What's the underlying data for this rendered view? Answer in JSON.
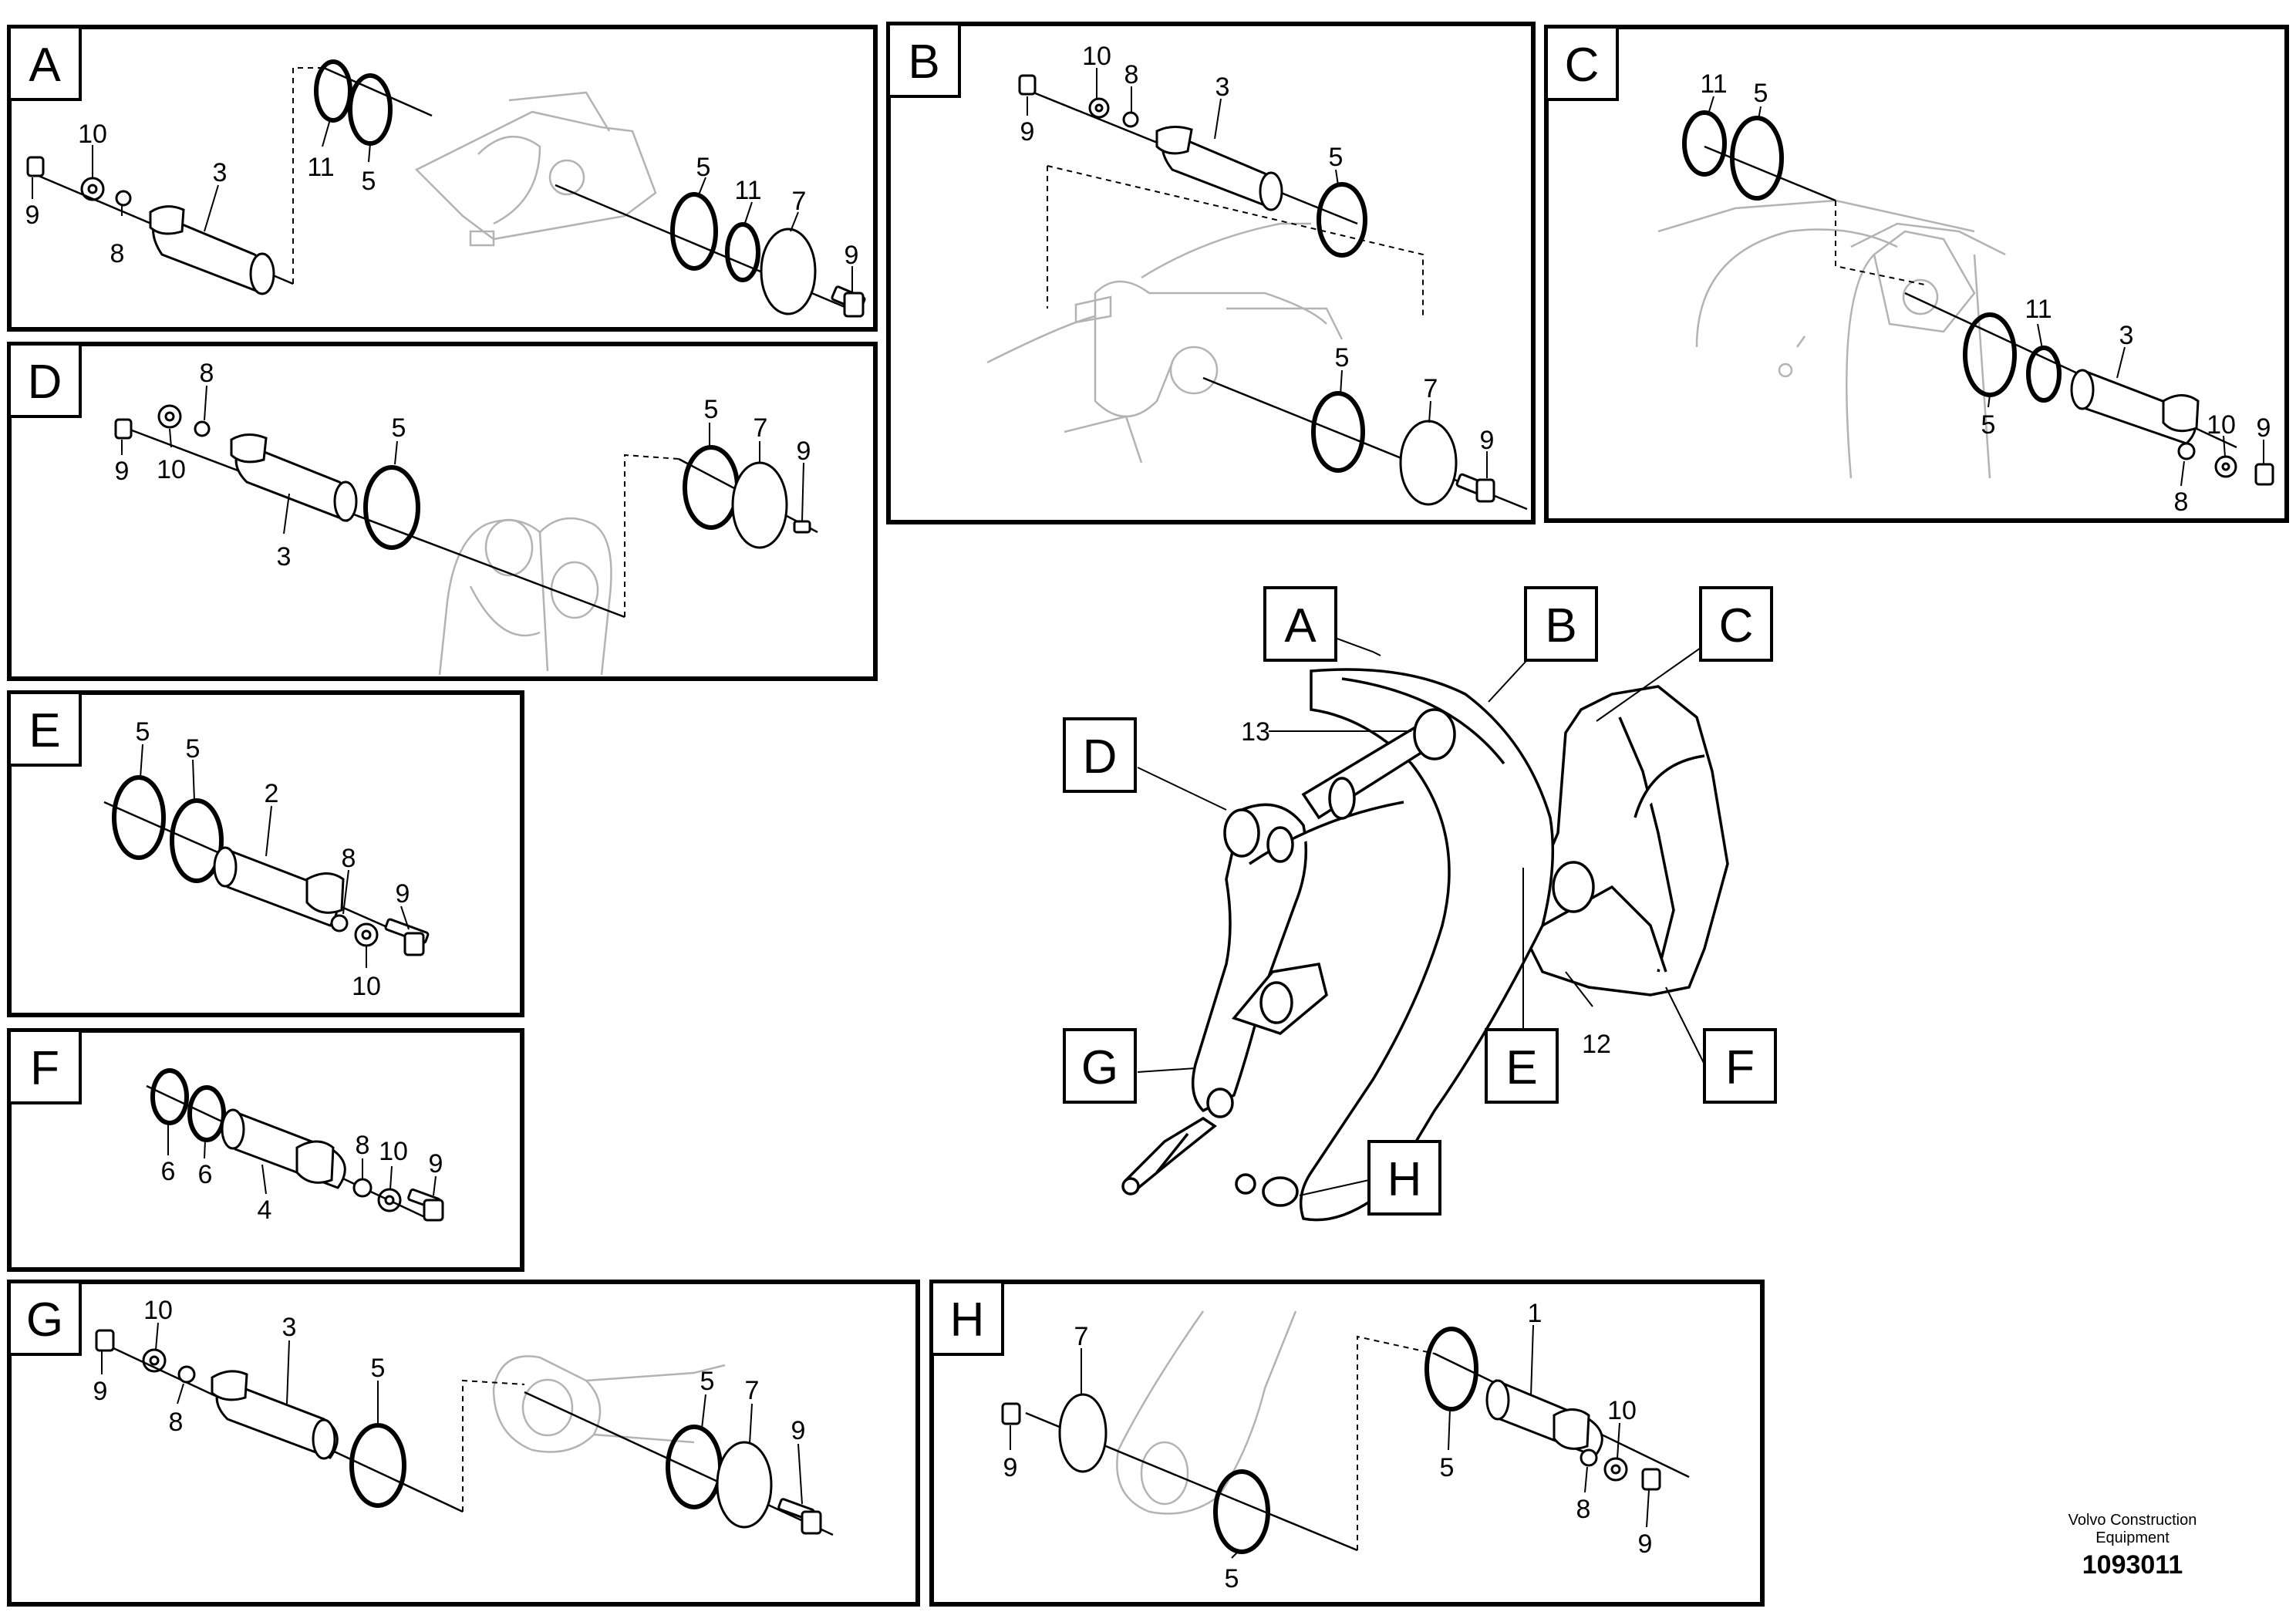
{
  "panels": {
    "A": {
      "letter": "A",
      "callouts": [
        "9",
        "10",
        "8",
        "3",
        "11",
        "5",
        "5",
        "11",
        "7",
        "9"
      ]
    },
    "B": {
      "letter": "B",
      "callouts": [
        "10",
        "8",
        "9",
        "3",
        "5",
        "5",
        "7",
        "9"
      ]
    },
    "C": {
      "letter": "C",
      "callouts": [
        "11",
        "5",
        "11",
        "3",
        "5",
        "10",
        "9",
        "8"
      ]
    },
    "D": {
      "letter": "D",
      "callouts": [
        "9",
        "8",
        "10",
        "5",
        "3",
        "5",
        "7",
        "9"
      ]
    },
    "E": {
      "letter": "E",
      "callouts": [
        "5",
        "5",
        "2",
        "8",
        "9",
        "10"
      ]
    },
    "F": {
      "letter": "F",
      "callouts": [
        "6",
        "6",
        "4",
        "8",
        "10",
        "9"
      ]
    },
    "G": {
      "letter": "G",
      "callouts": [
        "10",
        "9",
        "8",
        "3",
        "5",
        "5",
        "7",
        "9"
      ]
    },
    "H": {
      "letter": "H",
      "callouts": [
        "7",
        "9",
        "1",
        "5",
        "10",
        "8",
        "9",
        "5"
      ]
    }
  },
  "overview": {
    "tags": [
      "A",
      "B",
      "C",
      "D",
      "E",
      "F",
      "G",
      "H"
    ],
    "callouts": [
      "13",
      "12"
    ]
  },
  "credit": {
    "line1": "Volvo Construction",
    "line2": "Equipment"
  },
  "doc_number": "1093011"
}
